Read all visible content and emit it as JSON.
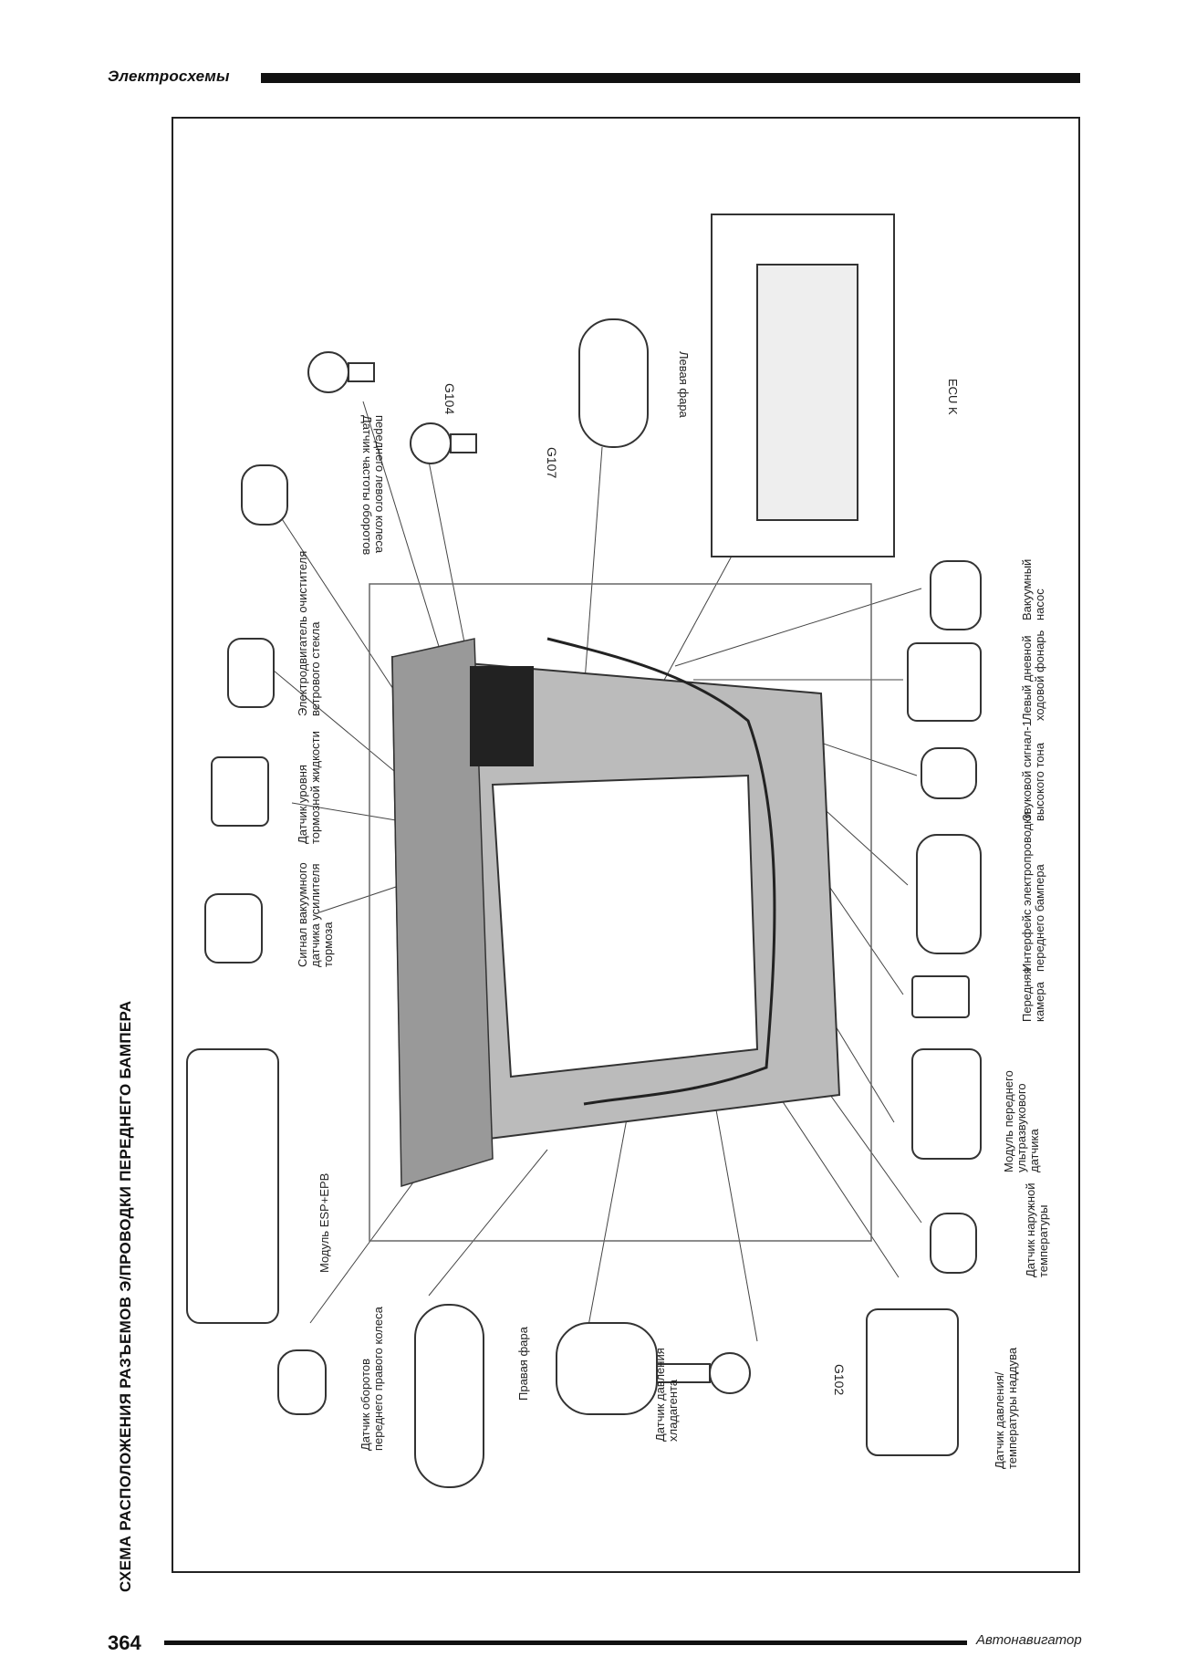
{
  "header": {
    "section_title": "Электросхемы"
  },
  "page_title": "СХЕМА РАСПОЛОЖЕНИЯ РАЗЪЕМОВ Э/ПРОВОДКИ ПЕРЕДНЕГО БАМПЕРА",
  "footer": {
    "page_number": "364",
    "brand": "Автонавигатор"
  },
  "grounds": {
    "g104": "G104",
    "g107": "G107",
    "g102": "G102"
  },
  "labels": {
    "front_left_wheel_speed": [
      "Датчик частоты оборотов",
      "переднего левого колеса"
    ],
    "left_headlamp": "Левая фара",
    "ecu_k": "ECU K",
    "windshield_washer": [
      "Электродвигатель очистителя",
      "ветрового стекла"
    ],
    "brake_fluid_level": [
      "Датчик уровня",
      "тормозной жидкости"
    ],
    "vacuum_booster_signal": [
      "Сигнал вакуумного",
      "датчика усилителя",
      "тормоза"
    ],
    "esp_epb": "Модуль ESP+EPB",
    "front_right_wheel_speed": [
      "Датчик оборотов",
      "переднего правого колеса"
    ],
    "right_headlamp": "Правая фара",
    "refrigerant_pressure": [
      "Датчик давления",
      "хладагента"
    ],
    "pressure_temp_air": [
      "Датчик давления/",
      "температуры наддува"
    ],
    "outside_temp": [
      "Датчик наружной",
      "температуры"
    ],
    "ultrasonic_module": [
      "Модуль переднего",
      "ультразвукового",
      "датчика"
    ],
    "front_camera": [
      "Передняя",
      "камера"
    ],
    "bumper_interface": [
      "Интерфейс электропроводки",
      "переднего бампера"
    ],
    "horn_high": [
      "Звуковой сигнал-1",
      "высокого тона"
    ],
    "left_drl": [
      "Левый дневной",
      "ходовой фонарь"
    ],
    "vacuum_pump": [
      "Вакуумный",
      "насос"
    ]
  }
}
